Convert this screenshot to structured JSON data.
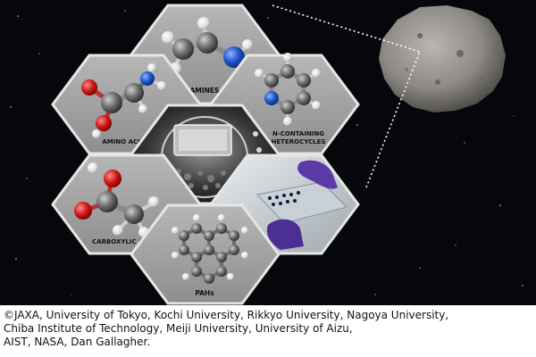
{
  "panels": {
    "amines": "AMINES",
    "amino_acids": "AMINO ACIDS",
    "n_containing_line1": "N-CONTAINING",
    "n_containing_line2": "HETEROCYCLES",
    "carboxylic_acids": "CARBOXYLIC ACIDS",
    "pahs": "PAHs"
  },
  "credit": {
    "line1": "©JAXA, University of Tokyo, Kochi University, Rikkyo University, Nagoya University,",
    "line2": "Chiba Institute of Technology, Meiji University, University of Aizu,",
    "line3": "AIST, NASA, Dan Gallagher."
  },
  "colors": {
    "space": "#06070b",
    "hex_panel": "#a8a8a8",
    "carbon": "#5a5a5a",
    "hydrogen": "#e8e8e8",
    "oxygen": "#d01818",
    "nitrogen": "#1f55c8",
    "asteroid": "#8d8a85",
    "glove": "#5b3aa8"
  }
}
